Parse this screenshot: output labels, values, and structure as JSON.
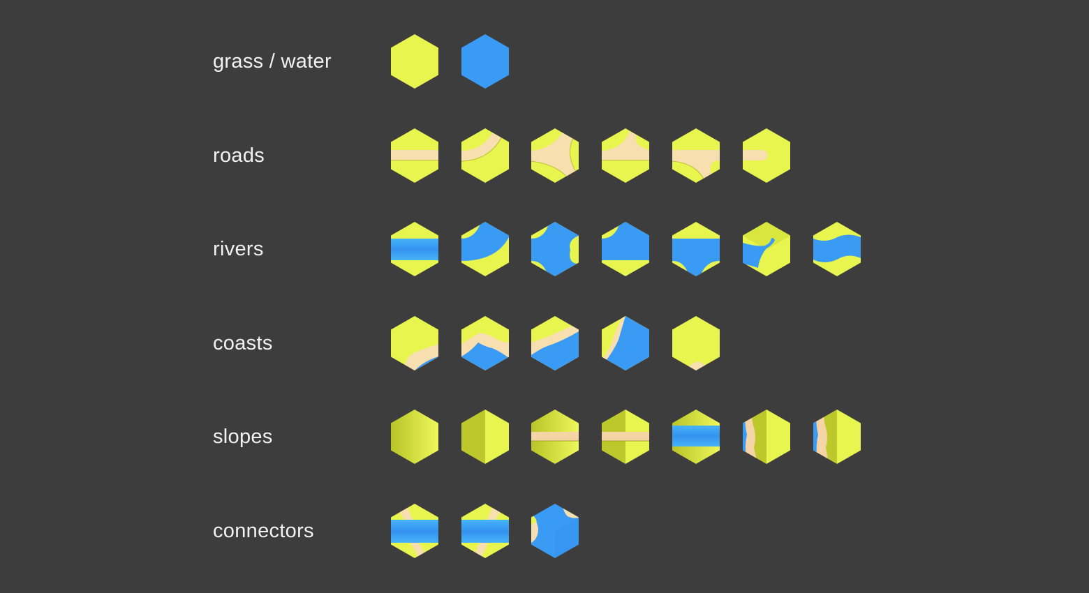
{
  "colors": {
    "background": "#3d3d3d",
    "grass": "#e8f54f",
    "grass_dark": "#c4d130",
    "water": "#3a9bf5",
    "water_light": "#45b4f7",
    "sand": "#f7dfb0",
    "label": "#f2f2f2"
  },
  "rows": [
    {
      "label": "grass / water",
      "tiles": [
        "grass",
        "water"
      ]
    },
    {
      "label": "roads",
      "tiles": [
        "road-straight",
        "road-curve",
        "road-three-way",
        "road-junction-a",
        "road-junction-b",
        "road-end"
      ]
    },
    {
      "label": "rivers",
      "tiles": [
        "river-straight",
        "river-curve",
        "river-three-way",
        "river-junction-a",
        "river-junction-b",
        "river-end",
        "river-wavy"
      ]
    },
    {
      "label": "coasts",
      "tiles": [
        "coast-corner",
        "coast-half",
        "coast-diagonal",
        "coast-mostly-water",
        "coast-tip"
      ]
    },
    {
      "label": "slopes",
      "tiles": [
        "slope-plain",
        "slope-split",
        "slope-road",
        "slope-road-split",
        "slope-river",
        "slope-coast-a",
        "slope-coast-b"
      ]
    },
    {
      "label": "connectors",
      "tiles": [
        "connector-river-road-a",
        "connector-river-road-b",
        "connector-coast-water"
      ]
    }
  ]
}
